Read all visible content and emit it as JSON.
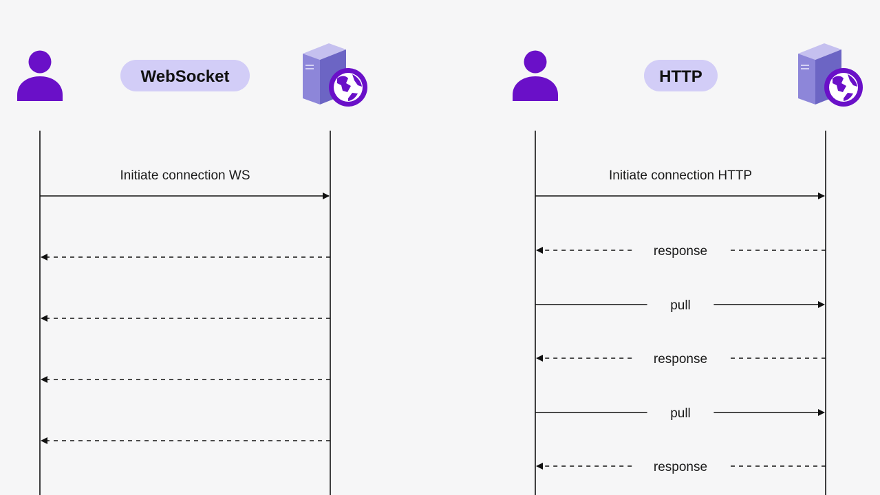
{
  "colors": {
    "background": "#f6f6f7",
    "actor": "#6a10c8",
    "pill_fill": "#d2cdf7",
    "server_front": "#8d86d9",
    "server_side": "#6c65c4",
    "server_top": "#c5c0ef",
    "globe": "#6a10c8",
    "line": "#111111"
  },
  "websocket": {
    "protocol_label": "WebSocket",
    "client_icon": "user-icon",
    "server_icon": "server-globe-icon",
    "messages": [
      {
        "label": "Initiate connection WS",
        "direction": "client-to-server",
        "style": "solid"
      },
      {
        "label": "",
        "direction": "server-to-client",
        "style": "dashed"
      },
      {
        "label": "",
        "direction": "server-to-client",
        "style": "dashed"
      },
      {
        "label": "",
        "direction": "server-to-client",
        "style": "dashed"
      },
      {
        "label": "",
        "direction": "server-to-client",
        "style": "dashed"
      }
    ]
  },
  "http": {
    "protocol_label": "HTTP",
    "client_icon": "user-icon",
    "server_icon": "server-globe-icon",
    "messages": [
      {
        "label": "Initiate connection HTTP",
        "direction": "client-to-server",
        "style": "solid"
      },
      {
        "label": "response",
        "direction": "server-to-client",
        "style": "dashed"
      },
      {
        "label": "pull",
        "direction": "client-to-server",
        "style": "solid"
      },
      {
        "label": "response",
        "direction": "server-to-client",
        "style": "dashed"
      },
      {
        "label": "pull",
        "direction": "client-to-server",
        "style": "solid"
      },
      {
        "label": "response",
        "direction": "server-to-client",
        "style": "dashed"
      }
    ]
  }
}
